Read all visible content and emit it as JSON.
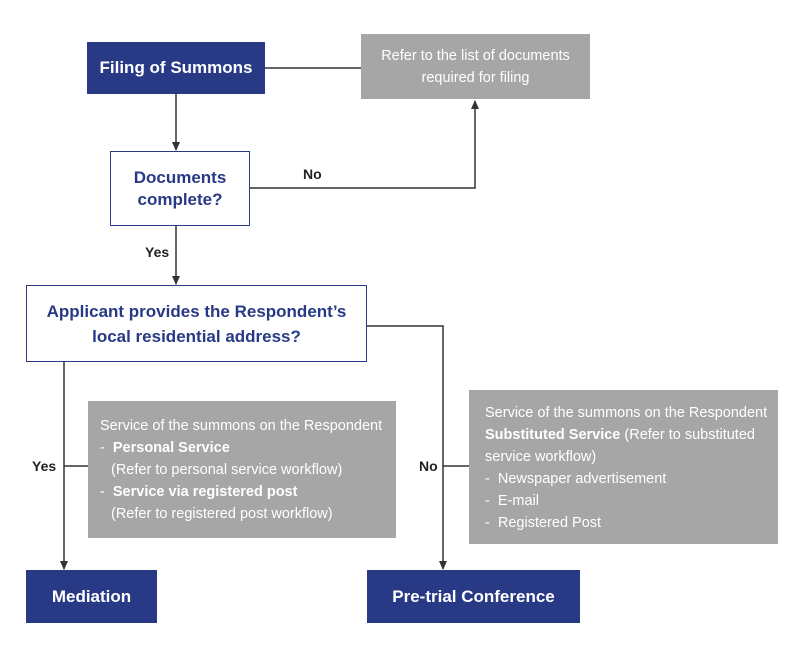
{
  "nodes": {
    "filing": "Filing of Summons",
    "refer_docs": [
      "Refer to the list of documents",
      "required for filing"
    ],
    "docs_complete": [
      "Documents",
      "complete?"
    ],
    "applicant": [
      "Applicant provides the Respondent’s",
      "local residential address?"
    ],
    "mediation": "Mediation",
    "pretrial": "Pre-trial Conference"
  },
  "service_yes": {
    "heading": "Service of the summons on the Respondent",
    "item1_title": "Personal Service",
    "item1_note": "(Refer to personal service workflow)",
    "item2_title": "Service via registered post",
    "item2_note": "(Refer to registered post workflow)"
  },
  "service_no": {
    "heading": "Service of the summons on the Respondent",
    "title": "Substituted Service",
    "title_note": " (Refer to substituted",
    "title_note2": "service workflow)",
    "items": [
      "Newspaper advertisement",
      "E-mail",
      "Registered Post"
    ]
  },
  "labels": {
    "no_docs": "No",
    "yes_docs": "Yes",
    "yes_address": "Yes",
    "no_address": "No"
  },
  "colors": {
    "navy": "#283a86",
    "grey": "#a6a6a6",
    "line": "#333333"
  }
}
